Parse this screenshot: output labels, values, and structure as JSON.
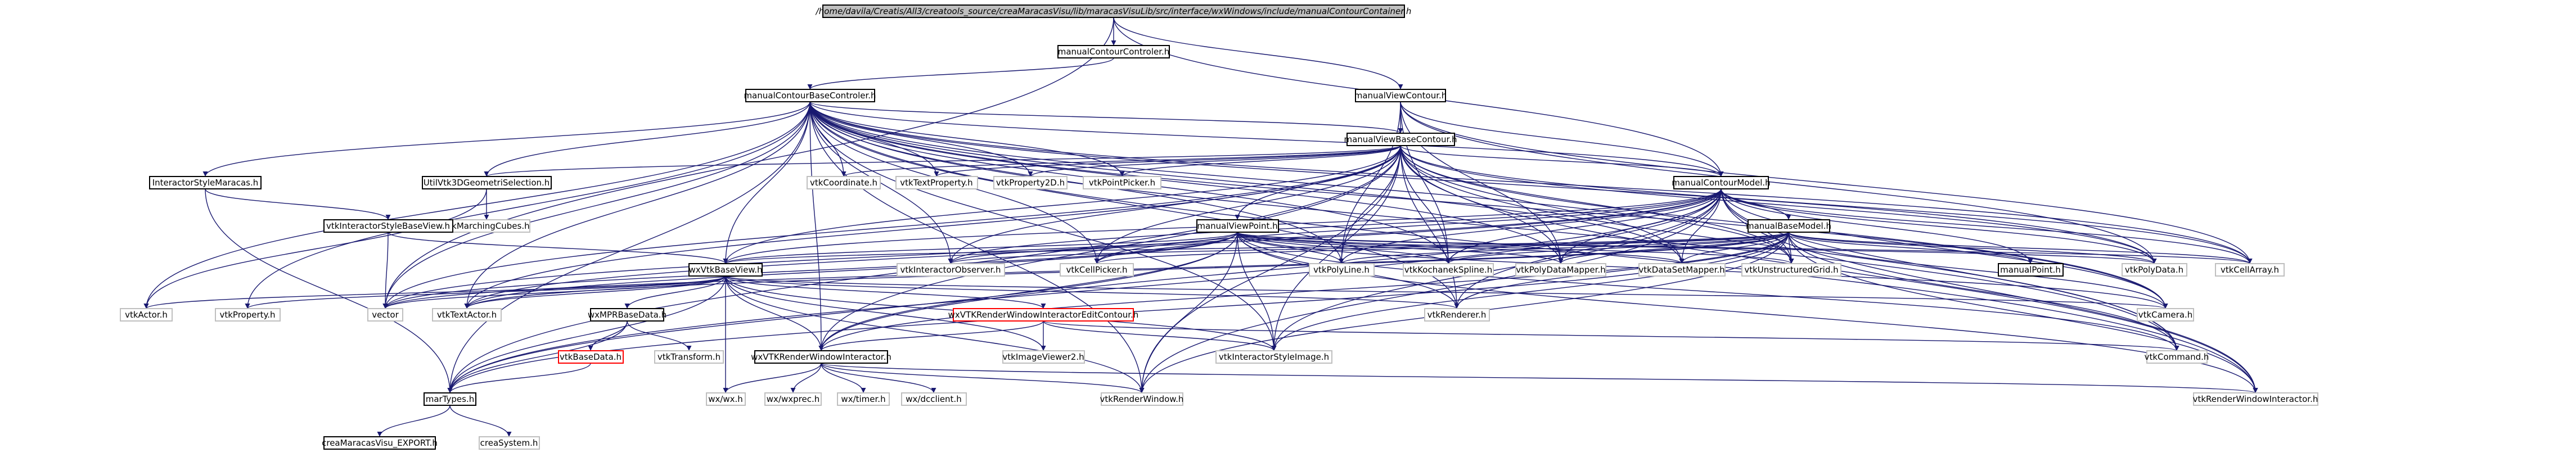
{
  "diagram": {
    "colors": {
      "edge": "#191970",
      "root_fill": "#bfbfbf",
      "root_border": "#000000",
      "file_border": "#000000",
      "red_border": "#ff0000",
      "grey_text": "#bfbfbf"
    },
    "nodes": [
      {
        "id": "root",
        "label": "/home/davila/Creatis/All3/creatools_source/creaMaracasVisu/lib/maracasVisuLib/src/interface/wxWindows/include/manualContourContainer.h",
        "style": "root"
      },
      {
        "id": "mcc",
        "label": "manualContourControler.h",
        "style": "file"
      },
      {
        "id": "mvc",
        "label": "manualViewContour.h",
        "style": "file"
      },
      {
        "id": "mcbc",
        "label": "manualContourBaseControler.h",
        "style": "file"
      },
      {
        "id": "mvbc",
        "label": "manualViewBaseContour.h",
        "style": "file"
      },
      {
        "id": "ism",
        "label": "InteractorStyleMaracas.h",
        "style": "file"
      },
      {
        "id": "u3d",
        "label": "UtilVtk3DGeometriSelection.h",
        "style": "file"
      },
      {
        "id": "vcoord",
        "label": "vtkCoordinate.h",
        "style": "grey"
      },
      {
        "id": "vtprop",
        "label": "vtkTextProperty.h",
        "style": "grey"
      },
      {
        "id": "vprop2d",
        "label": "vtkProperty2D.h",
        "style": "grey"
      },
      {
        "id": "vpointpicker",
        "label": "vtkPointPicker.h",
        "style": "grey"
      },
      {
        "id": "mcm",
        "label": "manualContourModel.h",
        "style": "file"
      },
      {
        "id": "vmarch",
        "label": "vtkMarchingCubes.h",
        "style": "grey"
      },
      {
        "id": "visbv",
        "label": "vtkInteractorStyleBaseView.h",
        "style": "file"
      },
      {
        "id": "mvp",
        "label": "manualViewPoint.h",
        "style": "file"
      },
      {
        "id": "mbm",
        "label": "manualBaseModel.h",
        "style": "file"
      },
      {
        "id": "wxvtkbv",
        "label": "wxVtkBaseView.h",
        "style": "file"
      },
      {
        "id": "viobs",
        "label": "vtkInteractorObserver.h",
        "style": "grey"
      },
      {
        "id": "vcellpicker",
        "label": "vtkCellPicker.h",
        "style": "grey"
      },
      {
        "id": "vpolyline",
        "label": "vtkPolyLine.h",
        "style": "grey"
      },
      {
        "id": "vkspline",
        "label": "vtkKochanekSpline.h",
        "style": "grey"
      },
      {
        "id": "vpdmapper",
        "label": "vtkPolyDataMapper.h",
        "style": "grey"
      },
      {
        "id": "vdsmapper",
        "label": "vtkDataSetMapper.h",
        "style": "grey"
      },
      {
        "id": "vugrid",
        "label": "vtkUnstructuredGrid.h",
        "style": "grey"
      },
      {
        "id": "mpoint",
        "label": "manualPoint.h",
        "style": "file"
      },
      {
        "id": "vpolydata",
        "label": "vtkPolyData.h",
        "style": "grey"
      },
      {
        "id": "vcellarray",
        "label": "vtkCellArray.h",
        "style": "grey"
      },
      {
        "id": "vactor",
        "label": "vtkActor.h",
        "style": "grey"
      },
      {
        "id": "vproperty",
        "label": "vtkProperty.h",
        "style": "grey"
      },
      {
        "id": "vector",
        "label": "vector",
        "style": "grey"
      },
      {
        "id": "vtextactor",
        "label": "vtkTextActor.h",
        "style": "grey"
      },
      {
        "id": "wxmpr",
        "label": "wxMPRBaseData.h",
        "style": "file"
      },
      {
        "id": "wxvtkrwiec",
        "label": "wxVTKRenderWindowInteractorEditContour.h",
        "style": "red"
      },
      {
        "id": "vrenderer",
        "label": "vtkRenderer.h",
        "style": "grey"
      },
      {
        "id": "vcamera",
        "label": "vtkCamera.h",
        "style": "grey"
      },
      {
        "id": "vbasedata",
        "label": "vtkBaseData.h",
        "style": "red"
      },
      {
        "id": "vtransform",
        "label": "vtkTransform.h",
        "style": "grey"
      },
      {
        "id": "vimageviewer2",
        "label": "vtkImageViewer2.h",
        "style": "grey"
      },
      {
        "id": "visimage",
        "label": "vtkInteractorStyleImage.h",
        "style": "grey"
      },
      {
        "id": "vcommand",
        "label": "vtkCommand.h",
        "style": "grey"
      },
      {
        "id": "wxvtkrwi",
        "label": "wxVTKRenderWindowInteractor.h",
        "style": "file"
      },
      {
        "id": "martypes",
        "label": "marTypes.h",
        "style": "file"
      },
      {
        "id": "wxwx",
        "label": "wx/wx.h",
        "style": "grey"
      },
      {
        "id": "wxprec",
        "label": "wx/wxprec.h",
        "style": "grey"
      },
      {
        "id": "wxtimer",
        "label": "wx/timer.h",
        "style": "grey"
      },
      {
        "id": "wxdcclient",
        "label": "wx/dcclient.h",
        "style": "grey"
      },
      {
        "id": "vrenderwindow",
        "label": "vtkRenderWindow.h",
        "style": "grey"
      },
      {
        "id": "vrwi",
        "label": "vtkRenderWindowInteractor.h",
        "style": "grey"
      },
      {
        "id": "export",
        "label": "creaMaracasVisu_EXPORT.h",
        "style": "file"
      },
      {
        "id": "crea",
        "label": "creaSystem.h",
        "style": "grey"
      }
    ],
    "edges": [
      [
        "root",
        "mcc"
      ],
      [
        "root",
        "mvc"
      ],
      [
        "root",
        "mcm"
      ],
      [
        "root",
        "vector"
      ],
      [
        "mcc",
        "mcbc"
      ],
      [
        "mvc",
        "mvbc"
      ],
      [
        "mvc",
        "mcm"
      ],
      [
        "mvc",
        "vpolydata"
      ],
      [
        "mvc",
        "vcellarray"
      ],
      [
        "mvc",
        "vpolyline"
      ],
      [
        "mvc",
        "vkspline"
      ],
      [
        "mvc",
        "vpdmapper"
      ],
      [
        "mcbc",
        "mvbc"
      ],
      [
        "mcbc",
        "ism"
      ],
      [
        "mcbc",
        "u3d"
      ],
      [
        "mcbc",
        "vcoord"
      ],
      [
        "mcbc",
        "vtprop"
      ],
      [
        "mcbc",
        "vprop2d"
      ],
      [
        "mcbc",
        "vpointpicker"
      ],
      [
        "mcbc",
        "mcm"
      ],
      [
        "mcbc",
        "wxvtkbv"
      ],
      [
        "mcbc",
        "viobs"
      ],
      [
        "mcbc",
        "vcellpicker"
      ],
      [
        "mcbc",
        "vpolyline"
      ],
      [
        "mcbc",
        "vkspline"
      ],
      [
        "mcbc",
        "vpdmapper"
      ],
      [
        "mcbc",
        "vdsmapper"
      ],
      [
        "mcbc",
        "vugrid"
      ],
      [
        "mcbc",
        "vpolydata"
      ],
      [
        "mcbc",
        "vcellarray"
      ],
      [
        "mcbc",
        "vactor"
      ],
      [
        "mcbc",
        "vproperty"
      ],
      [
        "mcbc",
        "vector"
      ],
      [
        "mcbc",
        "vtextactor"
      ],
      [
        "mcbc",
        "vrenderer"
      ],
      [
        "mcbc",
        "vcamera"
      ],
      [
        "mcbc",
        "visimage"
      ],
      [
        "mcbc",
        "vcommand"
      ],
      [
        "mcbc",
        "wxvtkrwi"
      ],
      [
        "mcbc",
        "martypes"
      ],
      [
        "mcbc",
        "vrenderwindow"
      ],
      [
        "mcbc",
        "vrwi"
      ],
      [
        "mvbc",
        "mcm"
      ],
      [
        "mvbc",
        "mvp"
      ],
      [
        "mvbc",
        "wxvtkbv"
      ],
      [
        "mvbc",
        "u3d"
      ],
      [
        "mvbc",
        "vcoord"
      ],
      [
        "mvbc",
        "vtprop"
      ],
      [
        "mvbc",
        "vprop2d"
      ],
      [
        "mvbc",
        "vpointpicker"
      ],
      [
        "mvbc",
        "viobs"
      ],
      [
        "mvbc",
        "vcellpicker"
      ],
      [
        "mvbc",
        "vpolyline"
      ],
      [
        "mvbc",
        "vkspline"
      ],
      [
        "mvbc",
        "vpdmapper"
      ],
      [
        "mvbc",
        "vdsmapper"
      ],
      [
        "mvbc",
        "vugrid"
      ],
      [
        "mvbc",
        "vpolydata"
      ],
      [
        "mvbc",
        "vcellarray"
      ],
      [
        "mvbc",
        "vector"
      ],
      [
        "mvbc",
        "vtextactor"
      ],
      [
        "mvbc",
        "vrenderer"
      ],
      [
        "mvbc",
        "vcamera"
      ],
      [
        "mvbc",
        "visimage"
      ],
      [
        "mvbc",
        "vcommand"
      ],
      [
        "mvbc",
        "wxvtkrwi"
      ],
      [
        "mvbc",
        "martypes"
      ],
      [
        "mvbc",
        "vrenderwindow"
      ],
      [
        "mvbc",
        "vrwi"
      ],
      [
        "ism",
        "visbv"
      ],
      [
        "ism",
        "martypes"
      ],
      [
        "u3d",
        "vmarch"
      ],
      [
        "u3d",
        "vactor"
      ],
      [
        "mcm",
        "mbm"
      ],
      [
        "mcm",
        "mpoint"
      ],
      [
        "mcm",
        "vpolydata"
      ],
      [
        "mcm",
        "vcellarray"
      ],
      [
        "mcm",
        "vpolyline"
      ],
      [
        "mcm",
        "vkspline"
      ],
      [
        "mcm",
        "vpdmapper"
      ],
      [
        "mcm",
        "vdsmapper"
      ],
      [
        "mcm",
        "vugrid"
      ],
      [
        "mcm",
        "viobs"
      ],
      [
        "mcm",
        "vcellpicker"
      ],
      [
        "mcm",
        "wxvtkbv"
      ],
      [
        "mcm",
        "vector"
      ],
      [
        "mcm",
        "vtextactor"
      ],
      [
        "mcm",
        "vrenderer"
      ],
      [
        "mcm",
        "vcamera"
      ],
      [
        "mcm",
        "visimage"
      ],
      [
        "mcm",
        "vcommand"
      ],
      [
        "mcm",
        "wxvtkrwi"
      ],
      [
        "mcm",
        "martypes"
      ],
      [
        "mcm",
        "vrenderwindow"
      ],
      [
        "mcm",
        "vrwi"
      ],
      [
        "visbv",
        "vector"
      ],
      [
        "visbv",
        "wxvtkbv"
      ],
      [
        "mvp",
        "wxvtkbv"
      ],
      [
        "mvp",
        "viobs"
      ],
      [
        "mvp",
        "vcellpicker"
      ],
      [
        "mvp",
        "vpolyline"
      ],
      [
        "mvp",
        "vkspline"
      ],
      [
        "mvp",
        "vpdmapper"
      ],
      [
        "mvp",
        "vdsmapper"
      ],
      [
        "mvp",
        "vugrid"
      ],
      [
        "mvp",
        "vpolydata"
      ],
      [
        "mvp",
        "vcellarray"
      ],
      [
        "mvp",
        "vector"
      ],
      [
        "mvp",
        "vtextactor"
      ],
      [
        "mvp",
        "vrenderer"
      ],
      [
        "mvp",
        "vcamera"
      ],
      [
        "mvp",
        "visimage"
      ],
      [
        "mvp",
        "vcommand"
      ],
      [
        "mvp",
        "wxvtkrwi"
      ],
      [
        "mvp",
        "martypes"
      ],
      [
        "mvp",
        "vrenderwindow"
      ],
      [
        "mvp",
        "vrwi"
      ],
      [
        "mbm",
        "mpoint"
      ],
      [
        "mbm",
        "vpolydata"
      ],
      [
        "mbm",
        "vcellarray"
      ],
      [
        "mbm",
        "vpolyline"
      ],
      [
        "mbm",
        "vkspline"
      ],
      [
        "mbm",
        "vpdmapper"
      ],
      [
        "mbm",
        "vdsmapper"
      ],
      [
        "mbm",
        "vugrid"
      ],
      [
        "mbm",
        "viobs"
      ],
      [
        "mbm",
        "vcellpicker"
      ],
      [
        "mbm",
        "wxvtkbv"
      ],
      [
        "mbm",
        "vector"
      ],
      [
        "mbm",
        "vtextactor"
      ],
      [
        "mbm",
        "vrenderer"
      ],
      [
        "mbm",
        "vcamera"
      ],
      [
        "mbm",
        "visimage"
      ],
      [
        "mbm",
        "vcommand"
      ],
      [
        "mbm",
        "wxvtkrwi"
      ],
      [
        "mbm",
        "martypes"
      ],
      [
        "mbm",
        "vrenderwindow"
      ],
      [
        "mbm",
        "vrwi"
      ],
      [
        "wxvtkbv",
        "vactor"
      ],
      [
        "wxvtkbv",
        "vproperty"
      ],
      [
        "wxvtkbv",
        "vector"
      ],
      [
        "wxvtkbv",
        "vtextactor"
      ],
      [
        "wxvtkbv",
        "wxmpr"
      ],
      [
        "wxvtkbv",
        "wxvtkrwiec"
      ],
      [
        "wxvtkbv",
        "vrenderer"
      ],
      [
        "wxvtkbv",
        "vcamera"
      ],
      [
        "wxvtkbv",
        "vimageviewer2"
      ],
      [
        "wxvtkbv",
        "visimage"
      ],
      [
        "wxvtkbv",
        "wxvtkrwi"
      ],
      [
        "wxvtkbv",
        "martypes"
      ],
      [
        "wxvtkbv",
        "wxwx"
      ],
      [
        "wxvtkbv",
        "vrenderwindow"
      ],
      [
        "wxmpr",
        "vbasedata"
      ],
      [
        "wxmpr",
        "vtransform"
      ],
      [
        "wxmpr",
        "martypes"
      ],
      [
        "vbasedata",
        "martypes"
      ],
      [
        "wxvtkrwiec",
        "wxvtkrwi"
      ],
      [
        "wxvtkrwiec",
        "vimageviewer2"
      ],
      [
        "wxvtkrwiec",
        "visimage"
      ],
      [
        "wxvtkrwiec",
        "vcommand"
      ],
      [
        "wxvtkrwi",
        "wxwx"
      ],
      [
        "wxvtkrwi",
        "wxprec"
      ],
      [
        "wxvtkrwi",
        "wxtimer"
      ],
      [
        "wxvtkrwi",
        "wxdcclient"
      ],
      [
        "wxvtkrwi",
        "vrenderwindow"
      ],
      [
        "wxvtkrwi",
        "vrwi"
      ],
      [
        "martypes",
        "export"
      ],
      [
        "martypes",
        "crea"
      ]
    ]
  }
}
